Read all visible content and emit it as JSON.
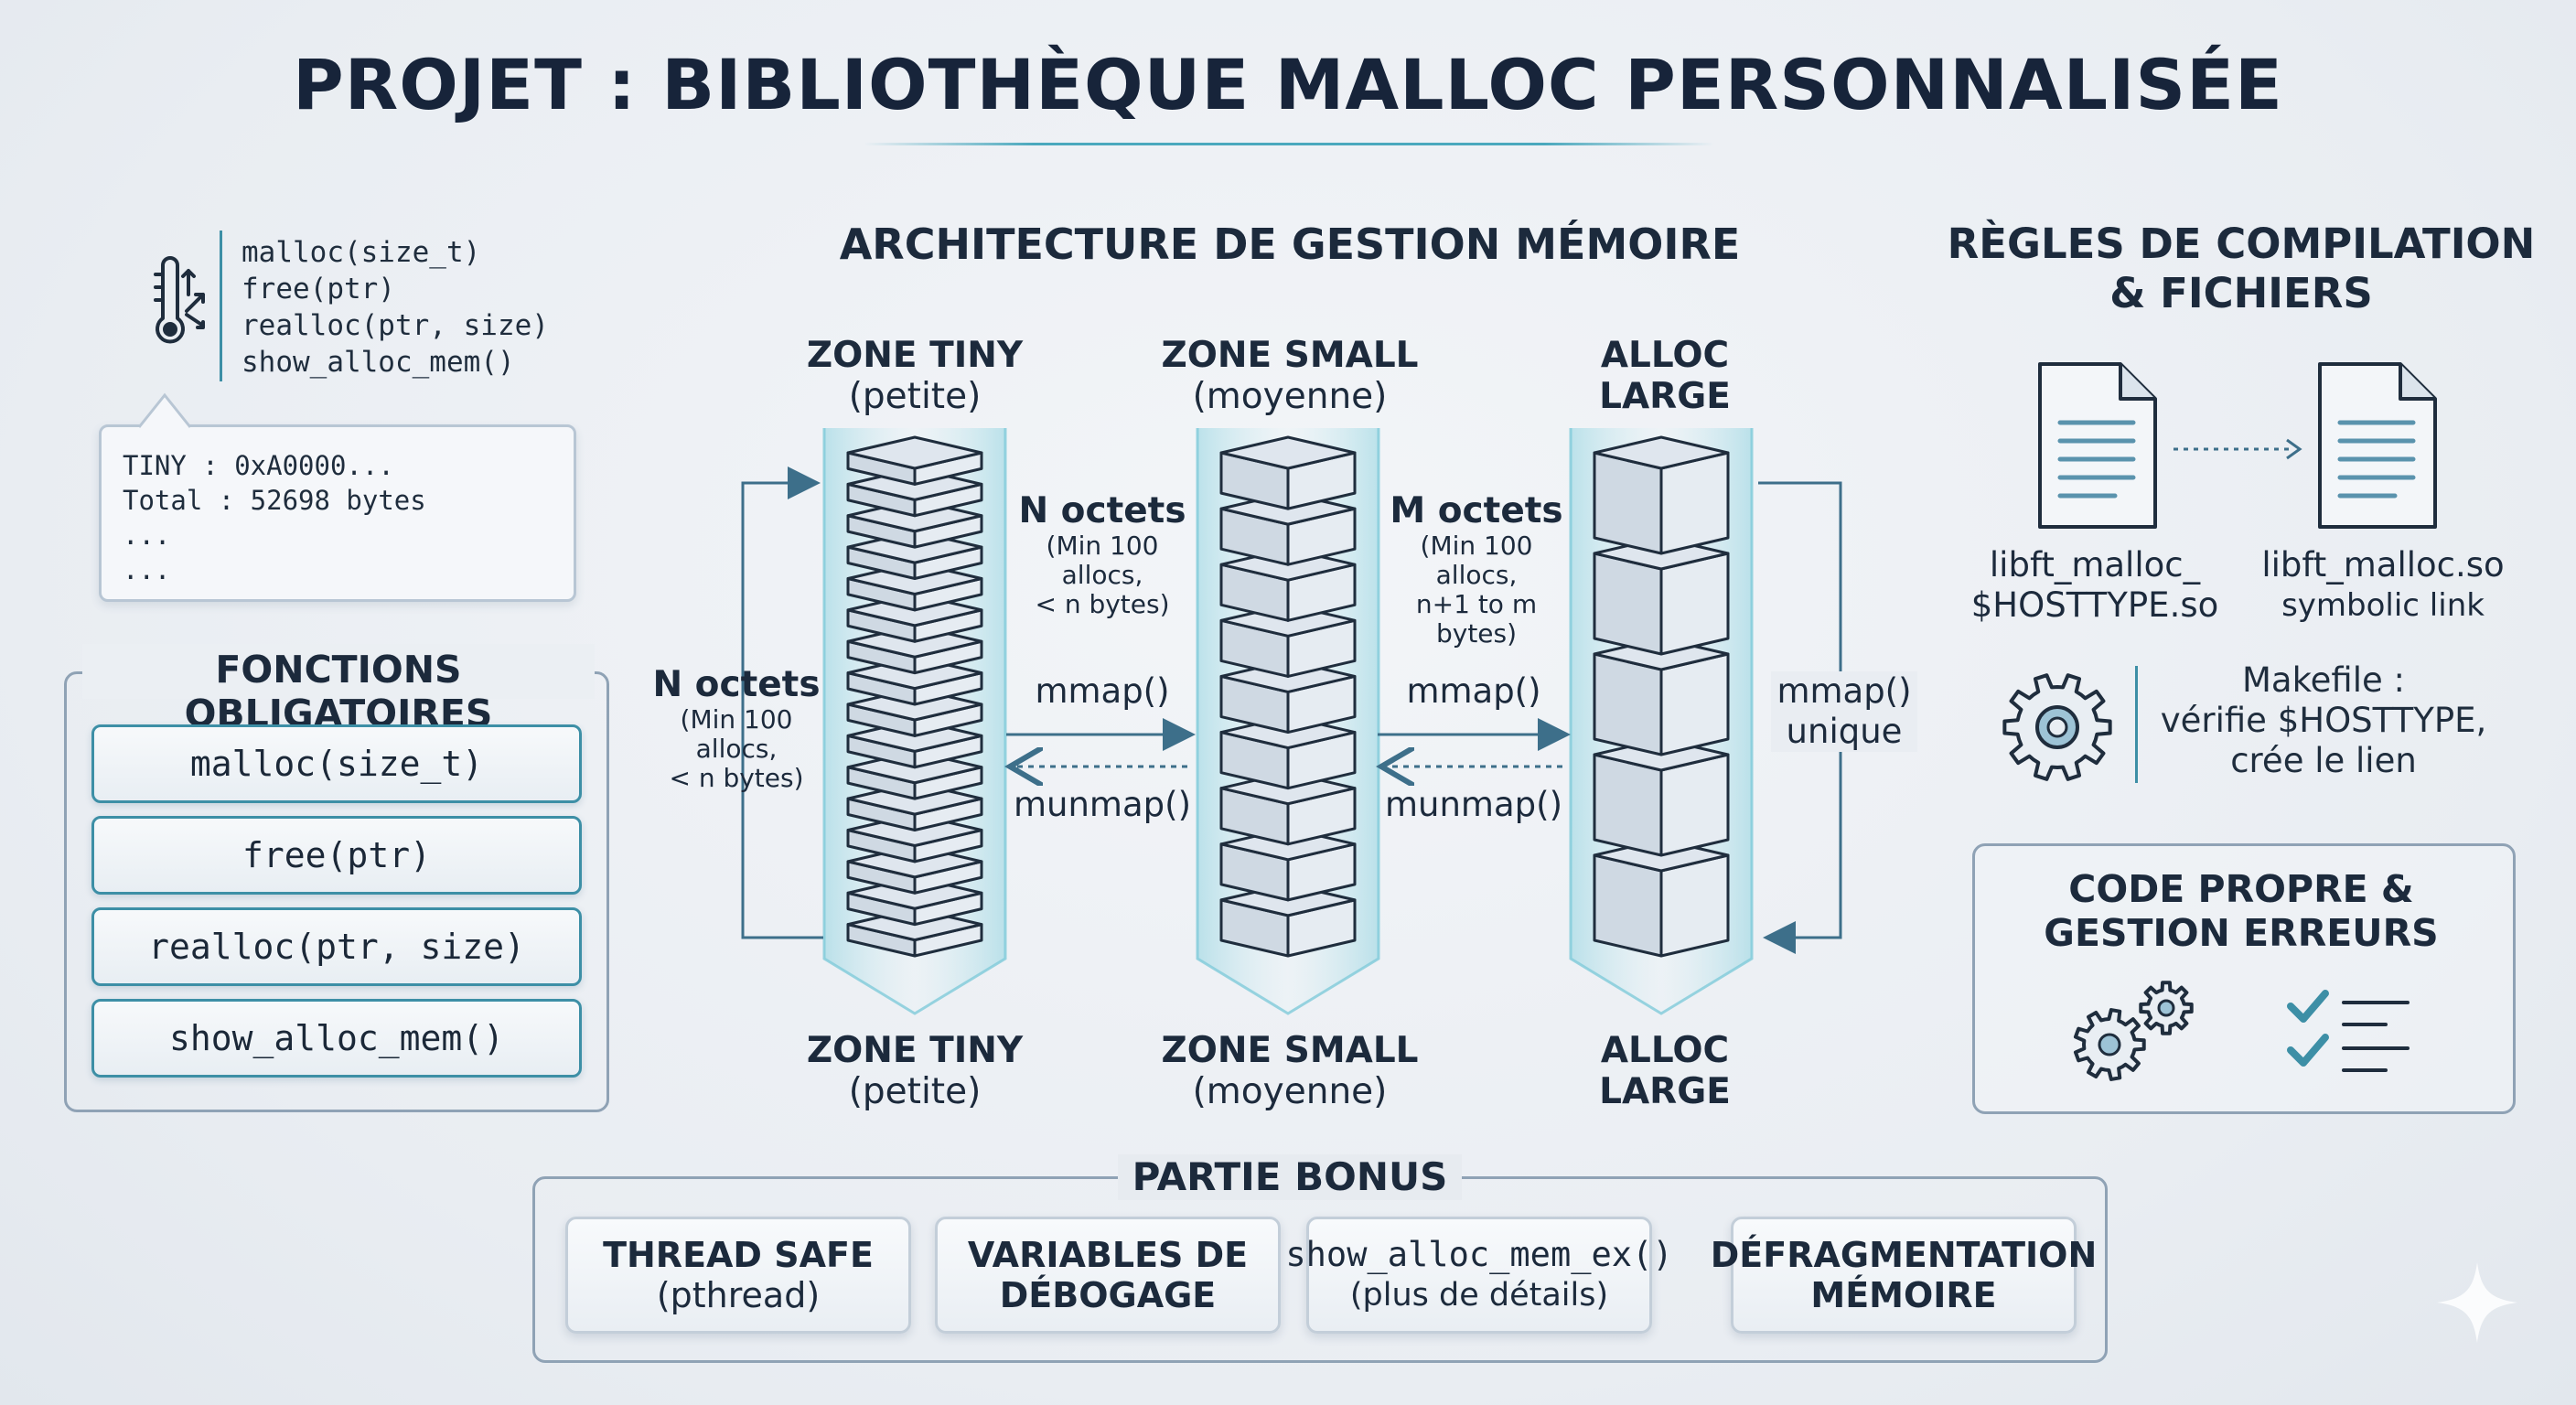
{
  "title": "PROJET : BIBLIOTHÈQUE MALLOC PERSONNALISÉE",
  "left": {
    "code_lines": [
      "malloc(size_t)",
      "free(ptr)",
      "realloc(ptr, size)",
      "show_alloc_mem()"
    ],
    "callout_text": "TINY : 0xA0000...\nTotal : 52698 bytes\n...\n...",
    "required_title": "FONCTIONS OBLIGATOIRES",
    "functions": [
      "malloc(size_t)",
      "free(ptr)",
      "realloc(ptr, size)",
      "show_alloc_mem()"
    ]
  },
  "architecture": {
    "title": "ARCHITECTURE DE GESTION MÉMOIRE",
    "zones": [
      {
        "name": "ZONE TINY",
        "sub": "(petite)"
      },
      {
        "name": "ZONE SMALL",
        "sub": "(moyenne)"
      },
      {
        "name_l1": "ALLOC",
        "name_l2": "LARGE"
      }
    ],
    "left_note": {
      "big": "N octets",
      "small_l1": "(Min 100 allocs,",
      "small_l2": "< n bytes)"
    },
    "tiny_small_note": {
      "big": "N octets",
      "small_l1": "(Min 100 allocs,",
      "small_l2": "< n bytes)"
    },
    "small_large_note": {
      "big": "M octets",
      "small_l1": "(Min 100 allocs,",
      "small_l2": "n+1 to m bytes)"
    },
    "mmap": "mmap()",
    "munmap": "munmap()",
    "large_note_l1": "mmap()",
    "large_note_l2": "unique"
  },
  "right": {
    "title_l1": "RÈGLES DE COMPILATION",
    "title_l2": "& FICHIERS",
    "file1_l1": "libft_malloc_",
    "file1_l2": "$HOSTTYPE.so",
    "file2_l1": "libft_malloc.so",
    "file2_l2": "symbolic link",
    "makefile_l1": "Makefile :",
    "makefile_l2": "vérifie $HOSTTYPE,",
    "makefile_l3": "crée le lien",
    "code_title_l1": "CODE PROPRE &",
    "code_title_l2": "GESTION ERREURS"
  },
  "bonus": {
    "title": "PARTIE BONUS",
    "cards": [
      {
        "l1": "THREAD SAFE",
        "l2": "(pthread)"
      },
      {
        "l1": "VARIABLES DE",
        "l2": "DÉBOGAGE"
      },
      {
        "l1": "show_alloc_mem_ex()",
        "l2": "(plus de détails)"
      },
      {
        "l1": "DÉFRAGMENTATION",
        "l2": "MÉMOIRE"
      }
    ]
  },
  "icons": [
    "thermometer-arrows-icon",
    "document-icon",
    "gear-icon",
    "checklist-icon",
    "sparkle-icon"
  ],
  "colors": {
    "accent": "#3d8fa6",
    "title": "#17243a",
    "cube_fill": "#dfe6ee",
    "cube_stroke": "#1f2d3d",
    "glow": "#8fd3e0"
  }
}
